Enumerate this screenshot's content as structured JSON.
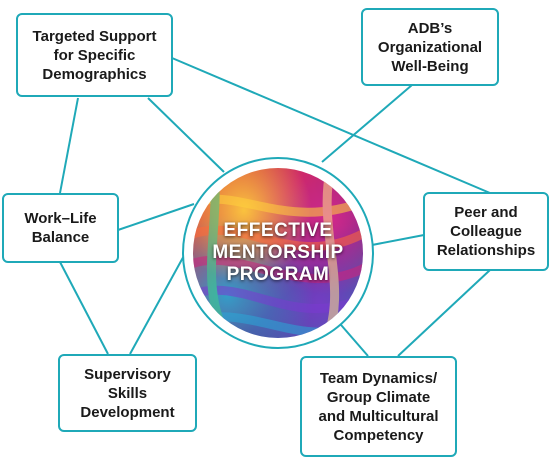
{
  "center": {
    "label": "EFFECTIVE\nMENTORSHIP\nPROGRAM"
  },
  "nodes": {
    "targeted_support": "Targeted Support\nfor Specific\nDemographics",
    "adb_wellbeing": "ADB’s\nOrganizational\nWell-Being",
    "work_life": "Work–Life\nBalance",
    "peer": "Peer and\nColleague\nRelationships",
    "supervisory": "Supervisory\nSkills\nDevelopment",
    "team": "Team Dynamics/\nGroup Climate\nand Multicultural\nCompetency"
  },
  "colors": {
    "accent": "#1fa9b8",
    "text": "#1a1a1a"
  }
}
